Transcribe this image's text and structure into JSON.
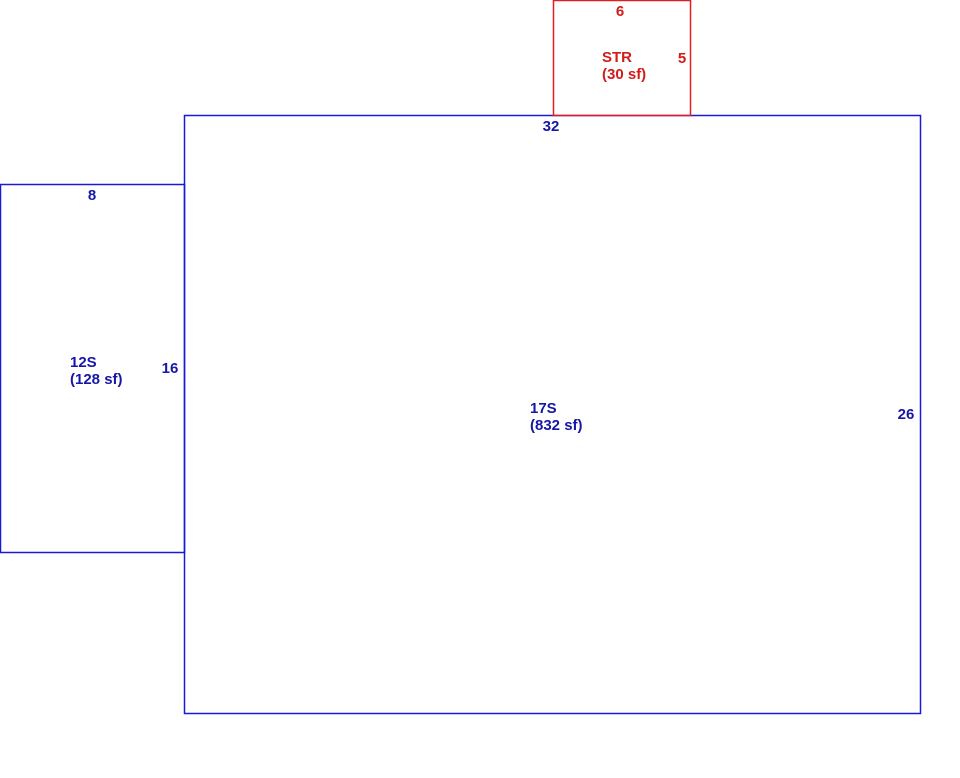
{
  "colors": {
    "main_outline": "#1a1ad6",
    "main_text": "#1616a8",
    "storage_outline": "#e02020",
    "storage_text": "#d21c1c",
    "background": "#ffffff"
  },
  "areas": {
    "main": {
      "code": "17S",
      "area_text": "(832 sf)",
      "dim_top": "32",
      "dim_right": "26"
    },
    "addition": {
      "code": "12S",
      "area_text": "(128 sf)",
      "dim_top": "8",
      "dim_right": "16"
    },
    "storage": {
      "code": "STR",
      "area_text": "(30 sf)",
      "dim_top": "6",
      "dim_right": "5"
    }
  }
}
